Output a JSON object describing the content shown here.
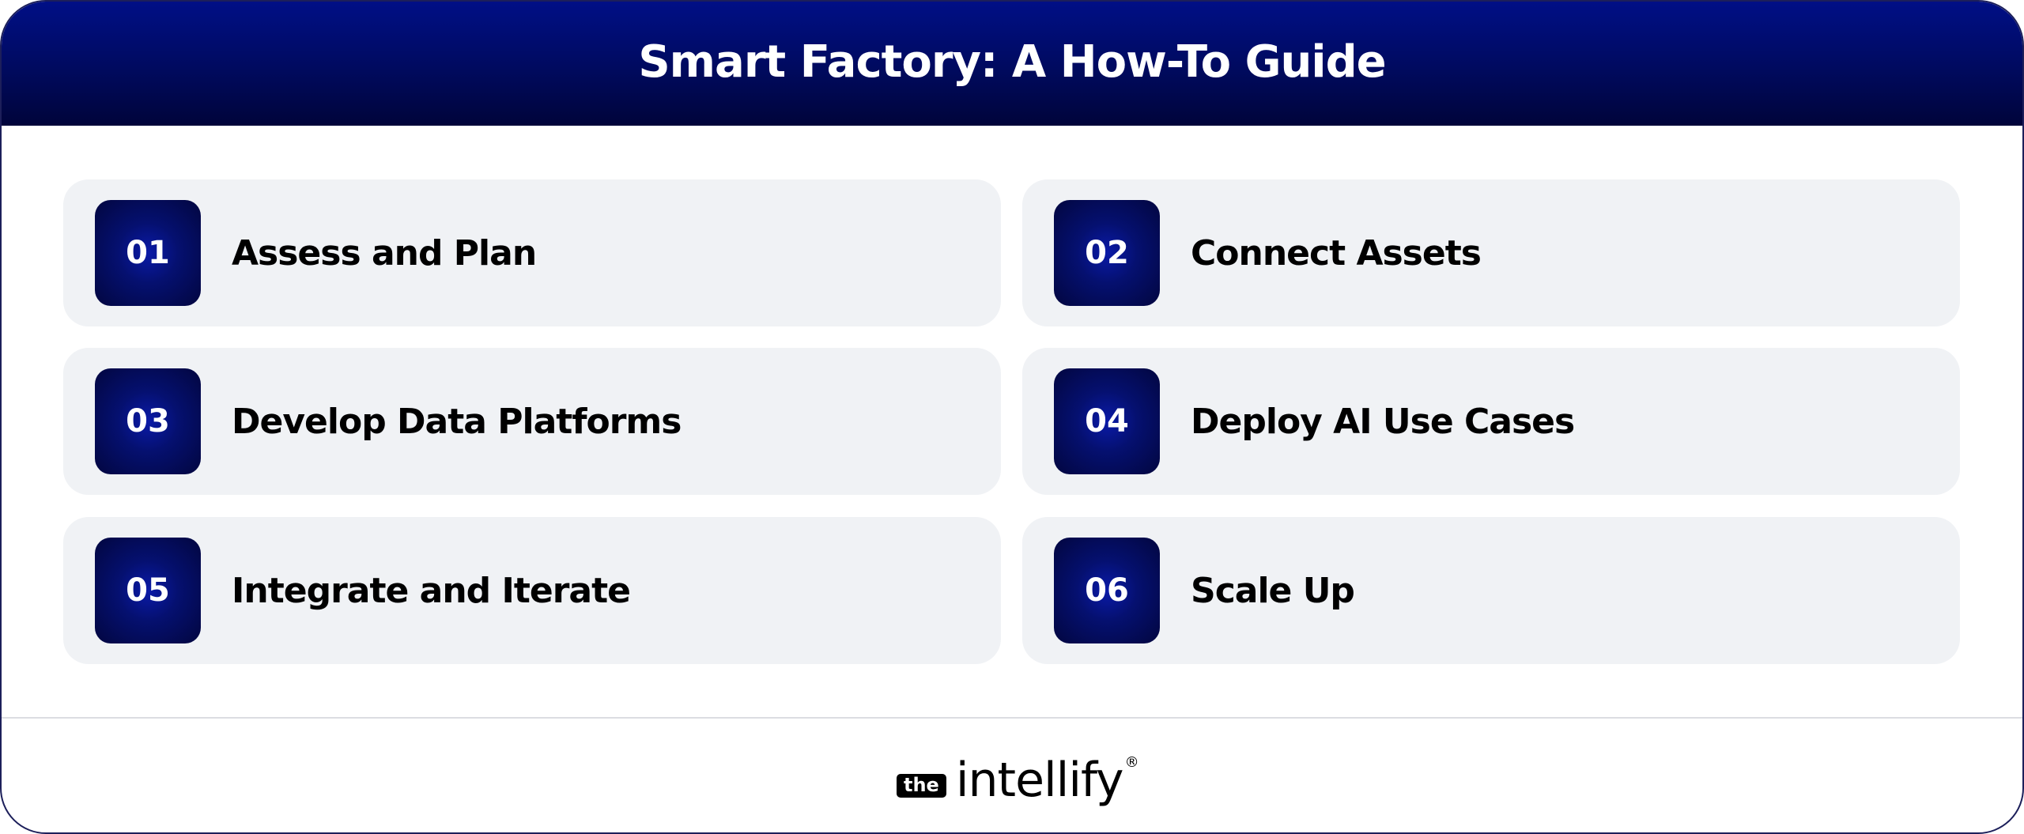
{
  "header": {
    "title": "Smart Factory: A How-To Guide",
    "colors": {
      "gradient_top": "#000f86",
      "gradient_bottom": "#00043a"
    }
  },
  "steps": [
    {
      "number": "01",
      "label": "Assess and Plan"
    },
    {
      "number": "02",
      "label": "Connect Assets"
    },
    {
      "number": "03",
      "label": "Develop Data Platforms"
    },
    {
      "number": "04",
      "label": "Deploy AI Use Cases"
    },
    {
      "number": "05",
      "label": "Integrate and Iterate"
    },
    {
      "number": "06",
      "label": "Scale Up"
    }
  ],
  "footer": {
    "logo_prefix": "the",
    "logo_word": "intellify",
    "logo_mark": "®"
  },
  "colors": {
    "card_bg": "#f0f2f5",
    "badge_center": "#0a1aa8",
    "badge_edge": "#02063f",
    "text": "#000000"
  }
}
